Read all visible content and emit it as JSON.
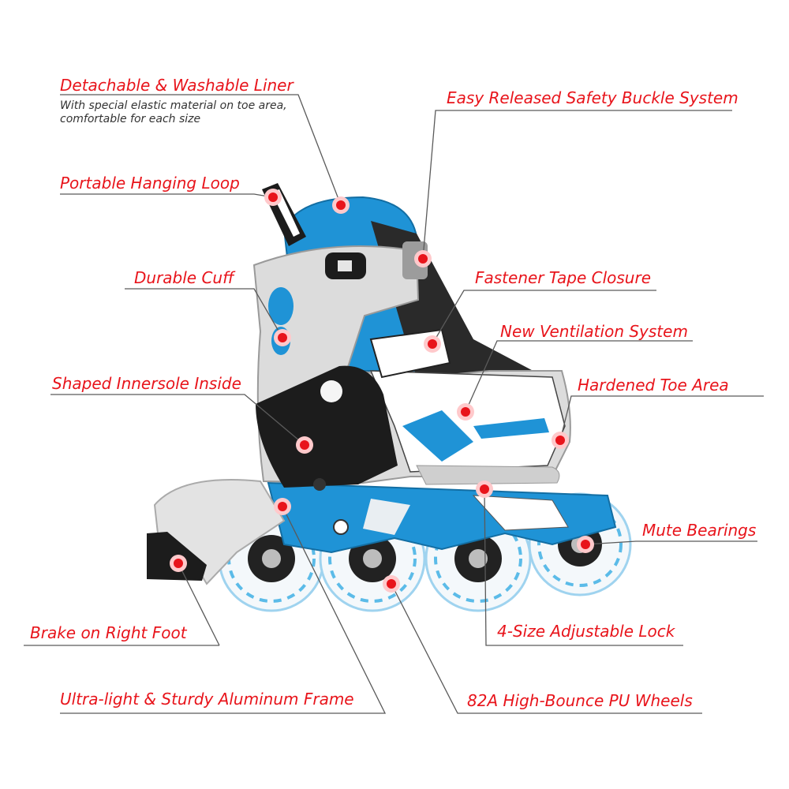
{
  "colors": {
    "accent": "#e8141b",
    "leader": "#5a5a5a",
    "boot_blue": "#1f93d6",
    "shell_gray": "#dcdcdc",
    "cuff_black": "#1c1c1c",
    "wheel_white": "#f4f8fb"
  },
  "callouts": [
    {
      "id": "liner",
      "title": "Detachable & Washable Liner",
      "description": "With special elastic material on toe area, comfortable for each size"
    },
    {
      "id": "loop",
      "title": "Portable Hanging Loop"
    },
    {
      "id": "cuff",
      "title": "Durable Cuff"
    },
    {
      "id": "innersole",
      "title": "Shaped Innersole Inside"
    },
    {
      "id": "buckle",
      "title": "Easy Released Safety Buckle System"
    },
    {
      "id": "fastener",
      "title": "Fastener Tape Closure"
    },
    {
      "id": "ventilation",
      "title": "New Ventilation System"
    },
    {
      "id": "toe",
      "title": "Hardened Toe Area"
    },
    {
      "id": "bearings",
      "title": "Mute Bearings"
    },
    {
      "id": "brake",
      "title": "Brake on Right Foot"
    },
    {
      "id": "lock",
      "title": "4-Size Adjustable Lock"
    },
    {
      "id": "frame",
      "title": "Ultra-light & Sturdy Aluminum Frame"
    },
    {
      "id": "wheels",
      "title": "82A High-Bounce PU Wheels"
    }
  ]
}
